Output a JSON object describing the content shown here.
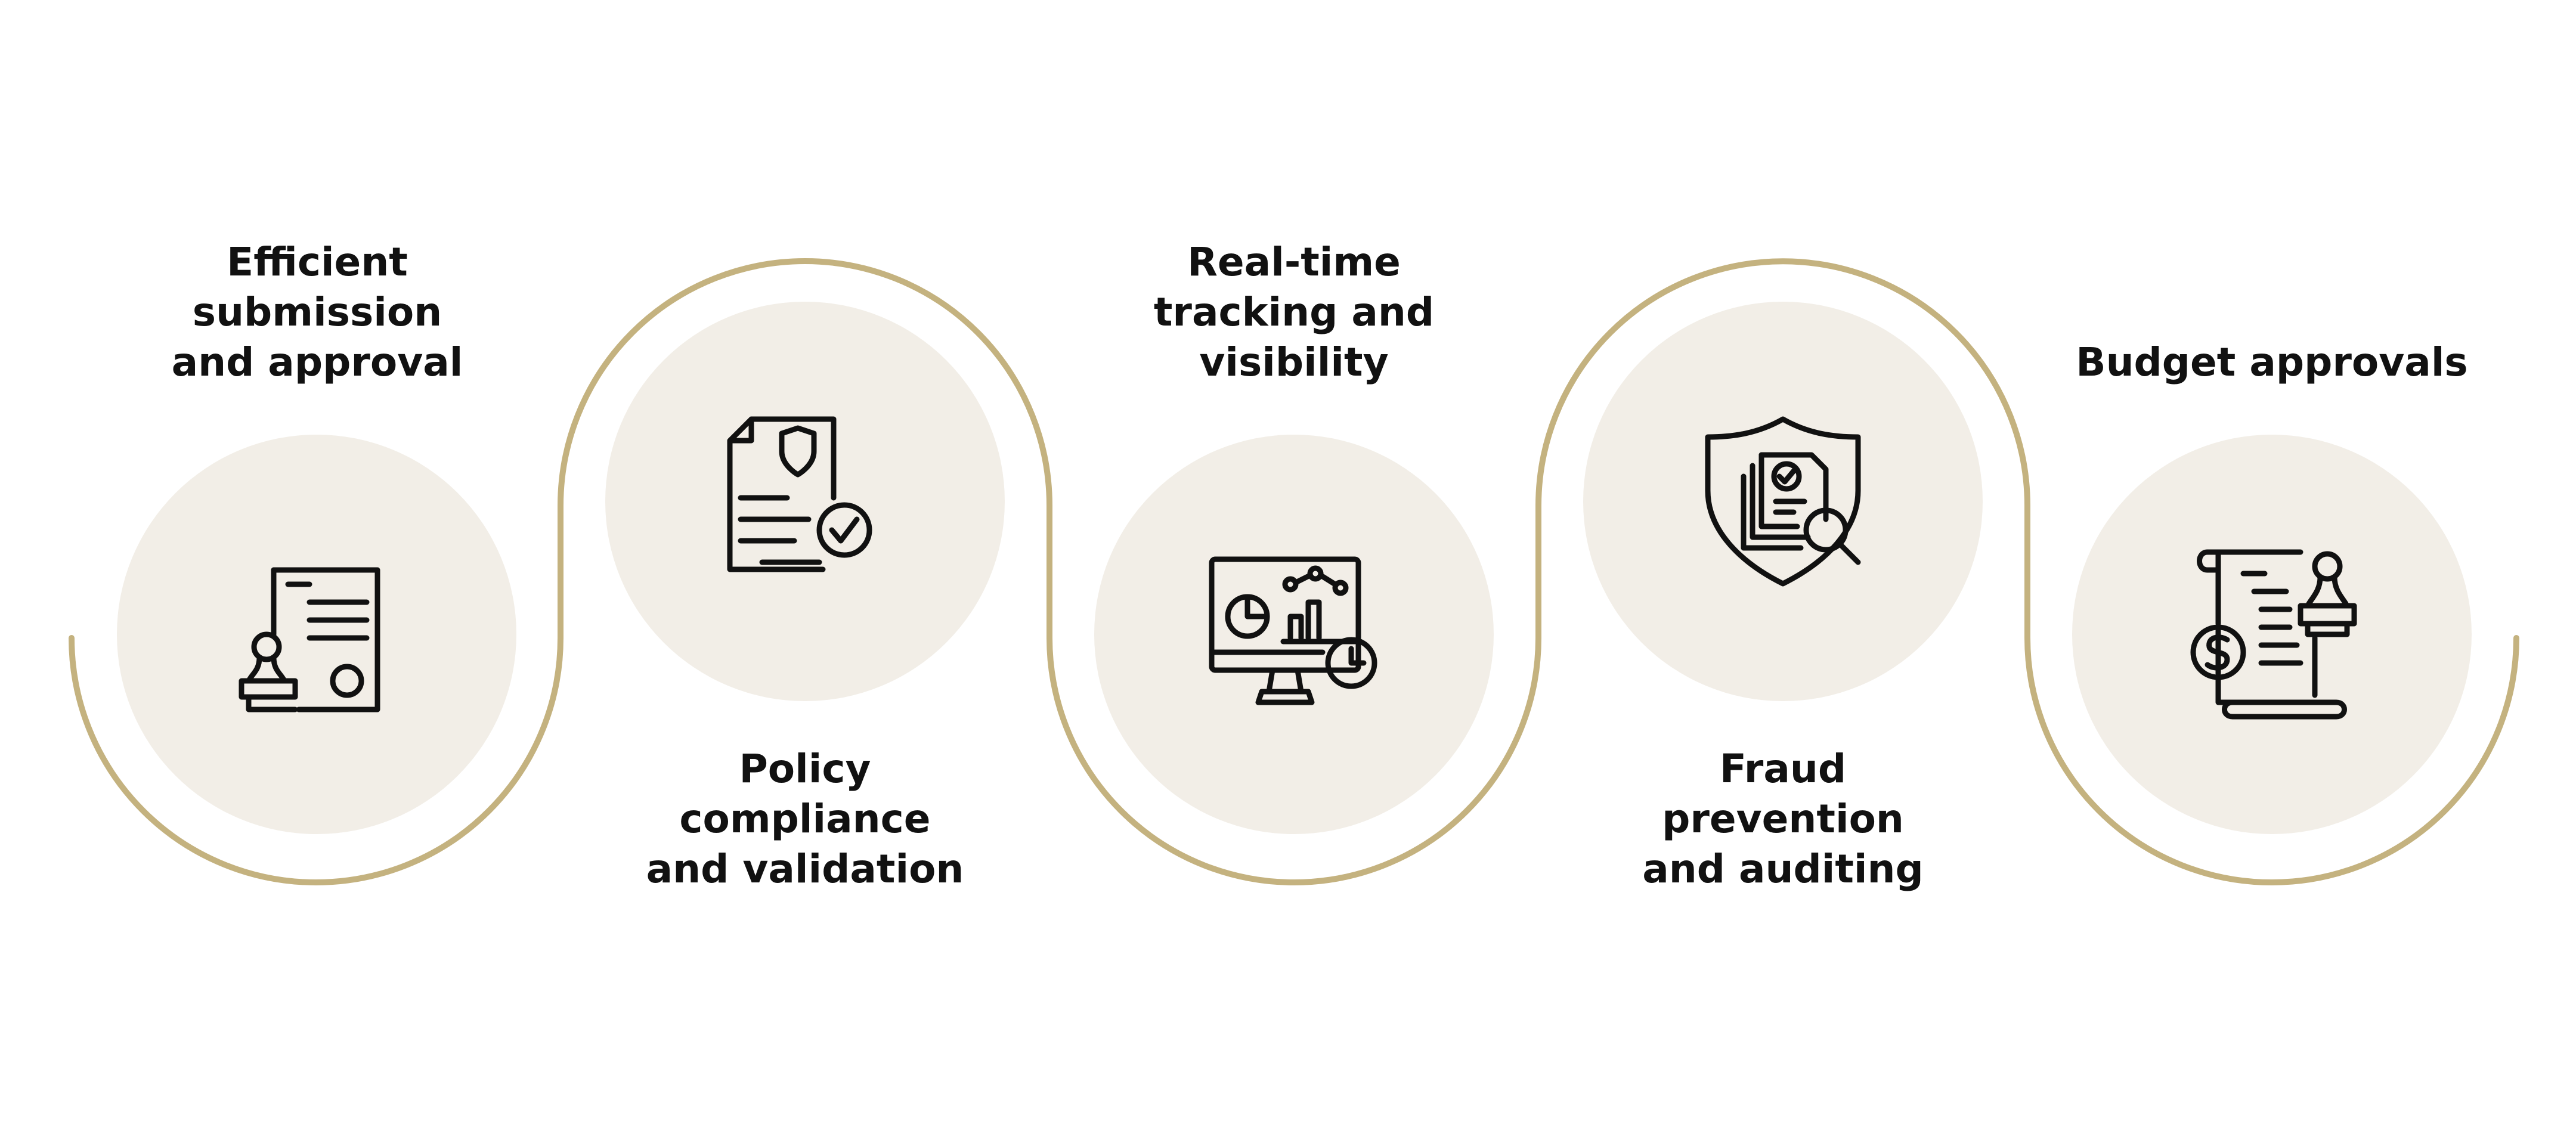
{
  "colors": {
    "wave_line": "#c4b27f",
    "disc_fill": "#f2eee7",
    "icon_stroke": "#111111",
    "text": "#111111"
  },
  "steps": [
    {
      "label": "Efficient\nsubmission\nand approval",
      "icon": "stamp-document-icon"
    },
    {
      "label": "Policy\ncompliance\nand validation",
      "icon": "shield-document-check-icon"
    },
    {
      "label": "Real-time\ntracking and\nvisibility",
      "icon": "monitor-analytics-clock-icon"
    },
    {
      "label": "Fraud\nprevention\nand auditing",
      "icon": "shield-audit-search-icon"
    },
    {
      "label": "Budget approvals",
      "icon": "budget-scroll-stamp-icon"
    }
  ]
}
